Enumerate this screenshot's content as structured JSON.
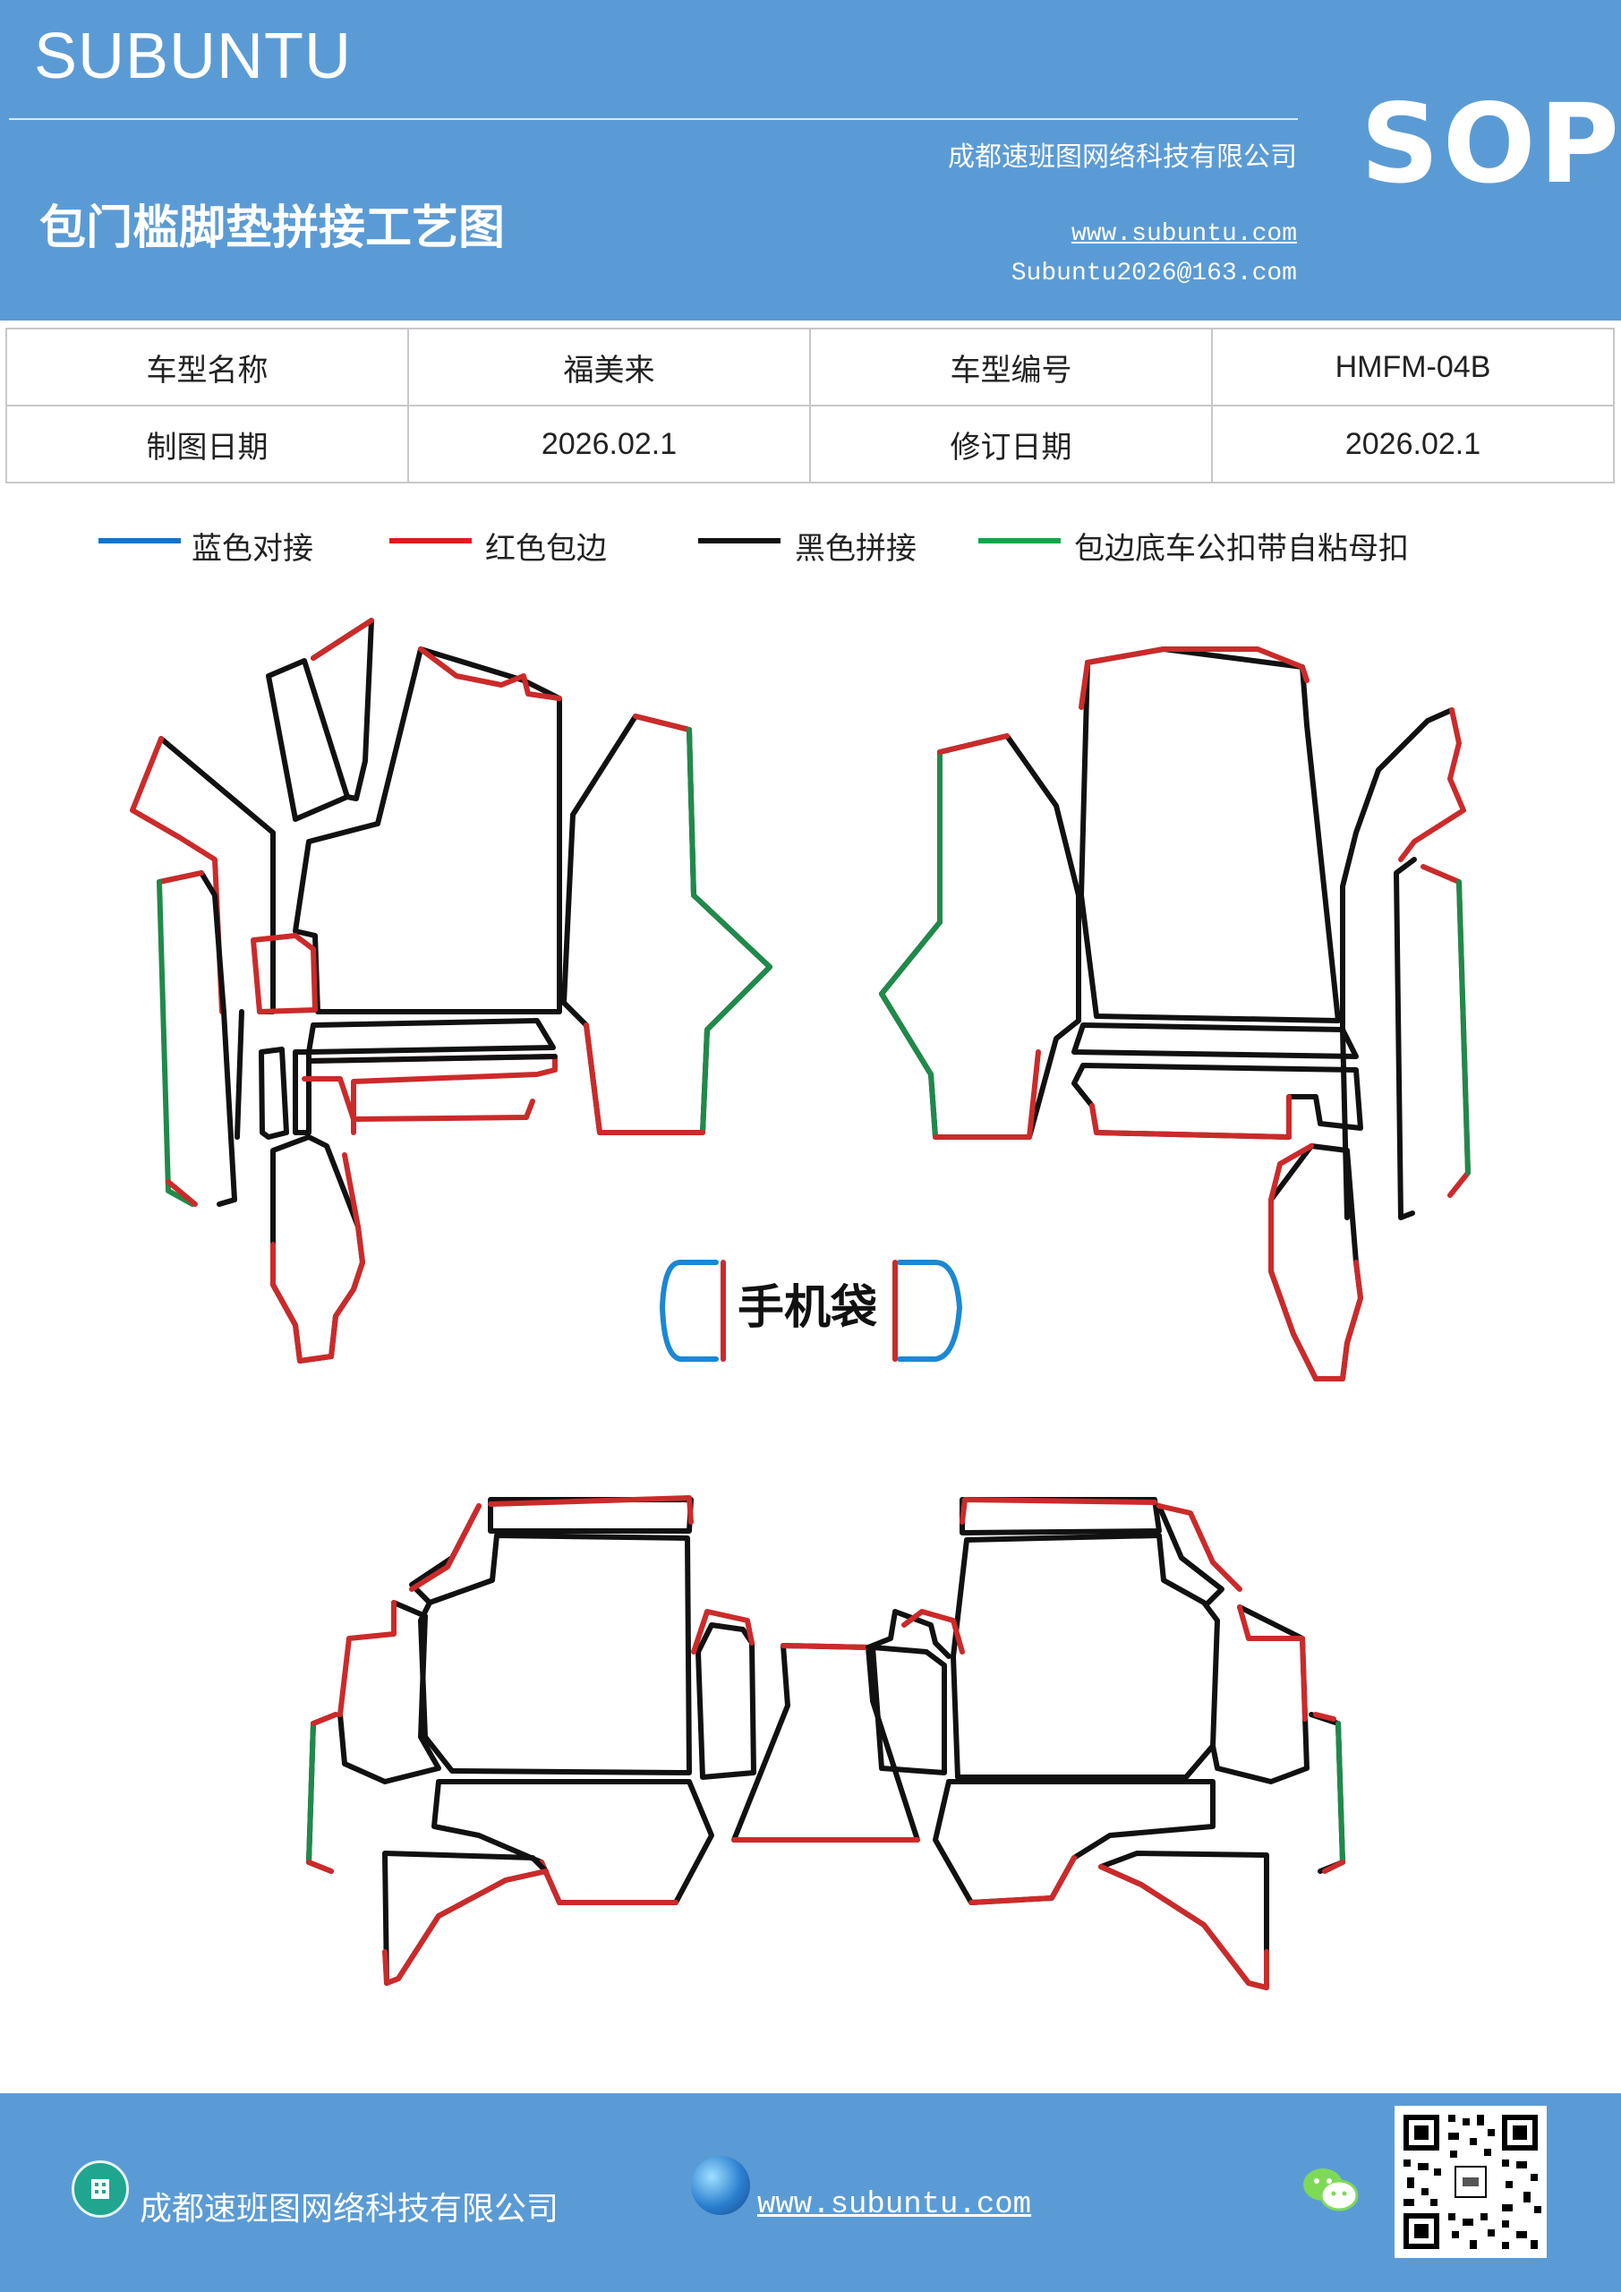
{
  "header": {
    "brand": "SUBUNTU",
    "company": "成都速班图网络科技有限公司",
    "subtitle": "包门槛脚垫拼接工艺图",
    "website": "www.subuntu.com",
    "email": "Subuntu2026@163.com",
    "badge": "SOP"
  },
  "info_table": {
    "model_name_label": "车型名称",
    "model_name_value": "福美来",
    "model_code_label": "车型编号",
    "model_code_value": "HMFM-04B",
    "draw_date_label": "制图日期",
    "draw_date_value": "2026.02.1",
    "revise_date_label": "修订日期",
    "revise_date_value": "2026.02.1"
  },
  "legend": [
    {
      "label": "蓝色对接",
      "color": "#1a72c4"
    },
    {
      "label": "红色包边",
      "color": "#e01b1b"
    },
    {
      "label": "黑色拼接",
      "color": "#111111"
    },
    {
      "label": "包边底车公扣带自粘母扣",
      "color": "#16a34a"
    }
  ],
  "diagram": {
    "phone_pocket_label": "手机袋",
    "colors": {
      "black": "#111111",
      "red": "#cc2a2a",
      "green": "#1f8a4a",
      "blue": "#1a88d4"
    }
  },
  "footer": {
    "company": "成都速班图网络科技有限公司",
    "website": "www.subuntu.com",
    "company_icon": "building-icon",
    "web_icon": "globe-icon",
    "wechat_icon": "wechat-icon",
    "qr_icon": "qr-code-icon"
  }
}
